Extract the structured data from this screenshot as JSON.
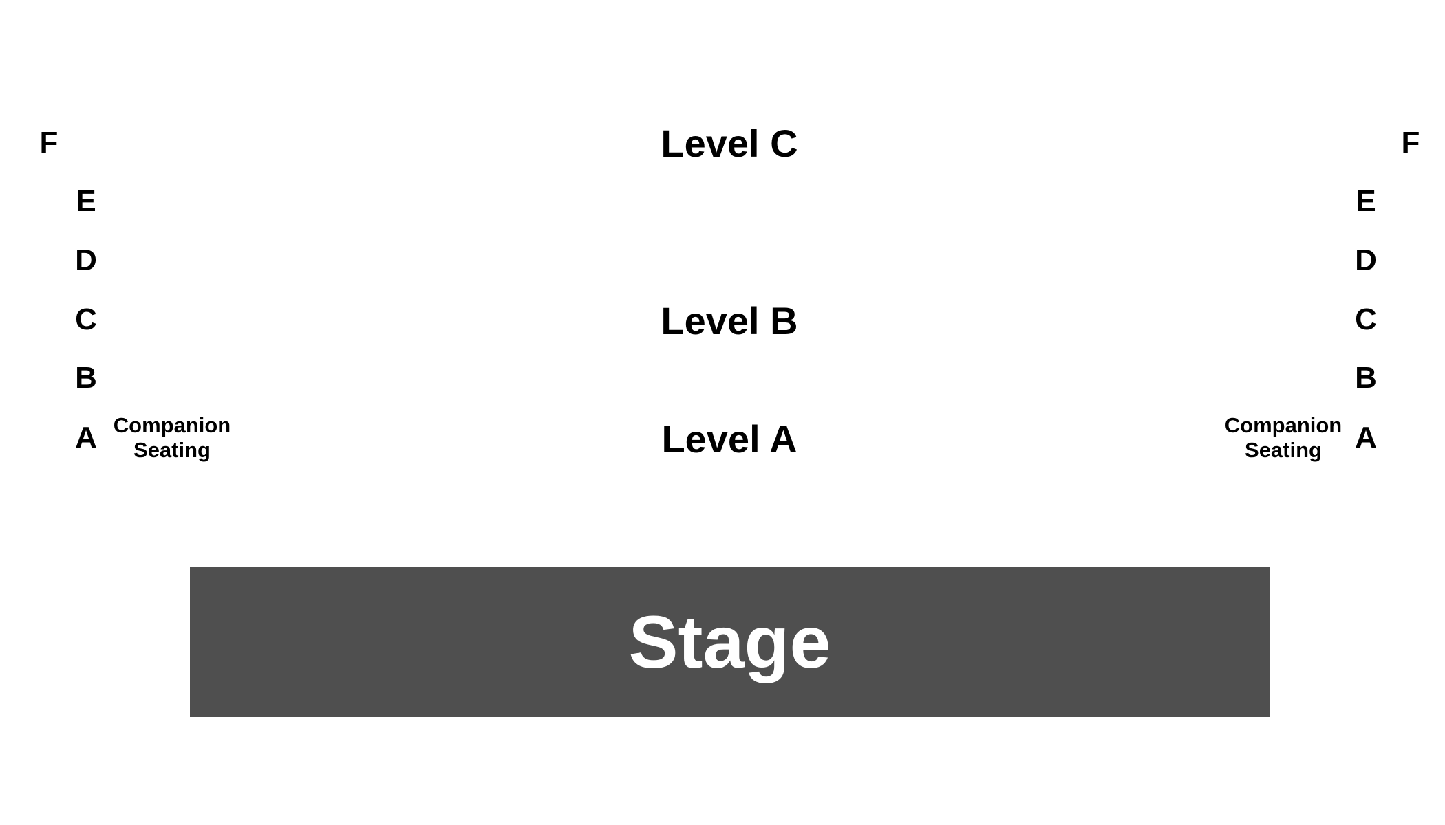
{
  "colors": {
    "background": "#ffffff",
    "text": "#000000",
    "stage_fill": "#4f4f4f",
    "stage_text": "#ffffff"
  },
  "rows": {
    "left": [
      "F",
      "E",
      "D",
      "C",
      "B",
      "A"
    ],
    "right": [
      "F",
      "E",
      "D",
      "C",
      "B",
      "A"
    ]
  },
  "levels": {
    "c": "Level C",
    "b": "Level B",
    "a": "Level A"
  },
  "companion_seating": {
    "line1": "Companion",
    "line2": "Seating"
  },
  "stage": {
    "label": "Stage"
  }
}
